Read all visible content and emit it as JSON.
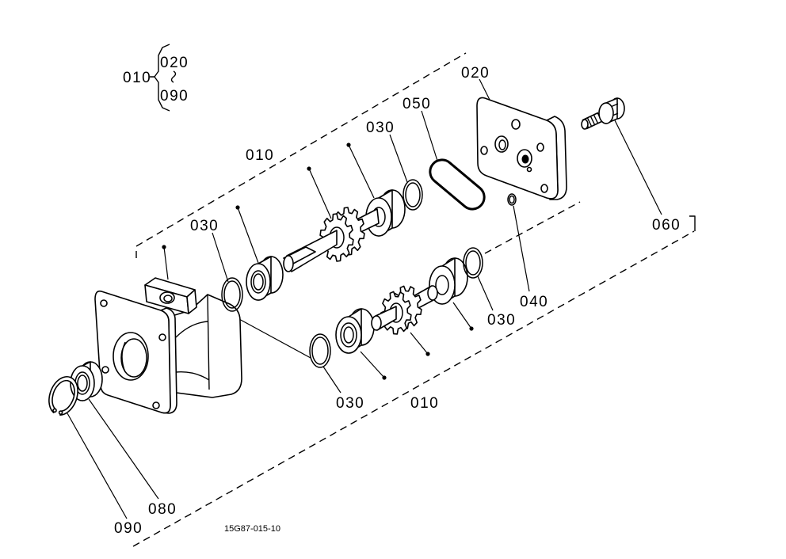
{
  "legend": {
    "assembly": "010",
    "range_start": "020",
    "range_end": "090"
  },
  "labels": {
    "top_assembly": "010",
    "cover": "020",
    "gasket": "050",
    "oring_top_right": "030",
    "bolt": "060",
    "oring_top_left": "030",
    "small_oring": "040",
    "oring_bottom_right": "030",
    "oring_bottom_left": "030",
    "bottom_assembly": "010",
    "bearing": "080",
    "circlip": "090"
  },
  "drawing_number": "15G87-015-10"
}
